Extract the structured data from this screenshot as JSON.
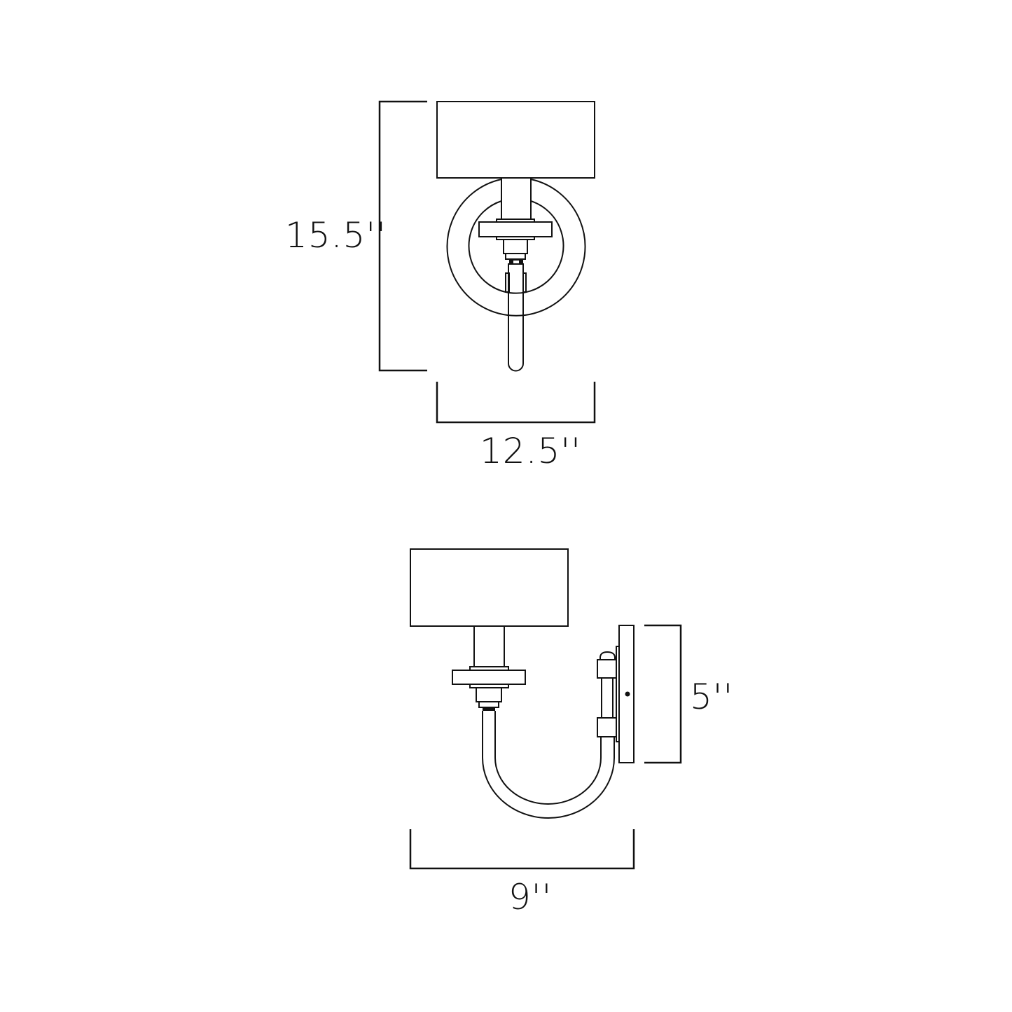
{
  "diagram": {
    "type": "dimension-drawing",
    "subject": "wall sconce with drum shade",
    "line_color": "#111111",
    "background": "#ffffff",
    "views": [
      {
        "id": "front-view",
        "dimensions": {
          "height": {
            "label": "15.5''",
            "value": 15.5,
            "unit": "in"
          },
          "width": {
            "label": "12.5''",
            "value": 12.5,
            "unit": "in"
          }
        }
      },
      {
        "id": "side-view",
        "dimensions": {
          "backplate_height": {
            "label": "5''",
            "value": 5,
            "unit": "in"
          },
          "extension": {
            "label": "9''",
            "value": 9,
            "unit": "in"
          }
        }
      }
    ]
  }
}
